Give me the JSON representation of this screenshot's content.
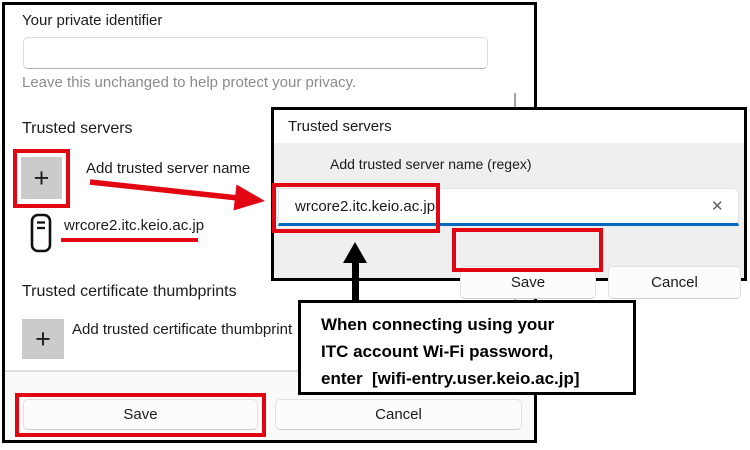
{
  "colors": {
    "annotation_red": "#e20613",
    "focus_blue": "#0067c0",
    "dialog_gray": "#efefef",
    "plus_button_gray": "#cbcbcb"
  },
  "icons": {
    "plus_glyph": "+",
    "clear_glyph": "✕",
    "server_icon": "server-outline"
  },
  "settings_window": {
    "private_identifier": {
      "label": "Your private identifier",
      "value": "",
      "hint": "Leave this unchanged to help protect your privacy."
    },
    "trusted_servers": {
      "heading": "Trusted servers",
      "add_label": "Add trusted server name",
      "entries": [
        "wrcore2.itc.keio.ac.jp"
      ]
    },
    "trusted_thumbprints": {
      "heading": "Trusted certificate thumbprints",
      "add_label": "Add trusted certificate thumbprint"
    },
    "footer": {
      "save_label": "Save",
      "cancel_label": "Cancel"
    }
  },
  "dialog": {
    "title": "Trusted servers",
    "field_label": "Add trusted server name (regex)",
    "input_value": "wrcore2.itc.keio.ac.jp",
    "save_label": "Save",
    "cancel_label": "Cancel"
  },
  "annotation": {
    "note_lines": [
      "When connecting using your",
      "ITC account Wi-Fi password,",
      "enter  [wifi-entry.user.keio.ac.jp]"
    ]
  }
}
